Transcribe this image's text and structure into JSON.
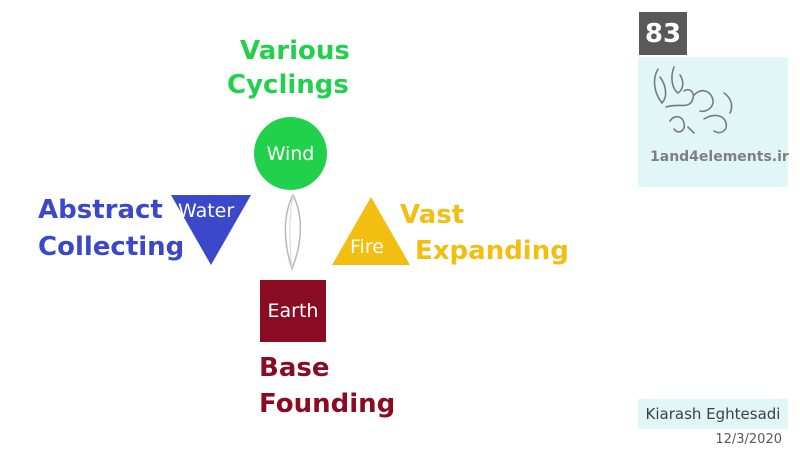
{
  "colors": {
    "wind": "#21d14c",
    "water": "#3b48c9",
    "fire": "#f2be12",
    "earth": "#8a0c22",
    "badge": "#595959",
    "panel": "#e1f7f7"
  },
  "elements": {
    "wind": {
      "label": "Wind",
      "title_line1": "Various",
      "title_line2": "Cyclings"
    },
    "water": {
      "label": "Water",
      "title_line1": "Abstract",
      "title_line2": "Collecting"
    },
    "fire": {
      "label": "Fire",
      "title_line1": "Vast",
      "title_line2": "Expanding"
    },
    "earth": {
      "label": "Earth",
      "title_line1": "Base",
      "title_line2": "Founding"
    }
  },
  "center_icon": "flame-outline-icon",
  "page_number": "83",
  "logo": {
    "text": "1and4elements.ir",
    "icon": "calligraphy-logo-icon"
  },
  "author": "Kiarash Eghtesadi",
  "date": "12/3/2020"
}
